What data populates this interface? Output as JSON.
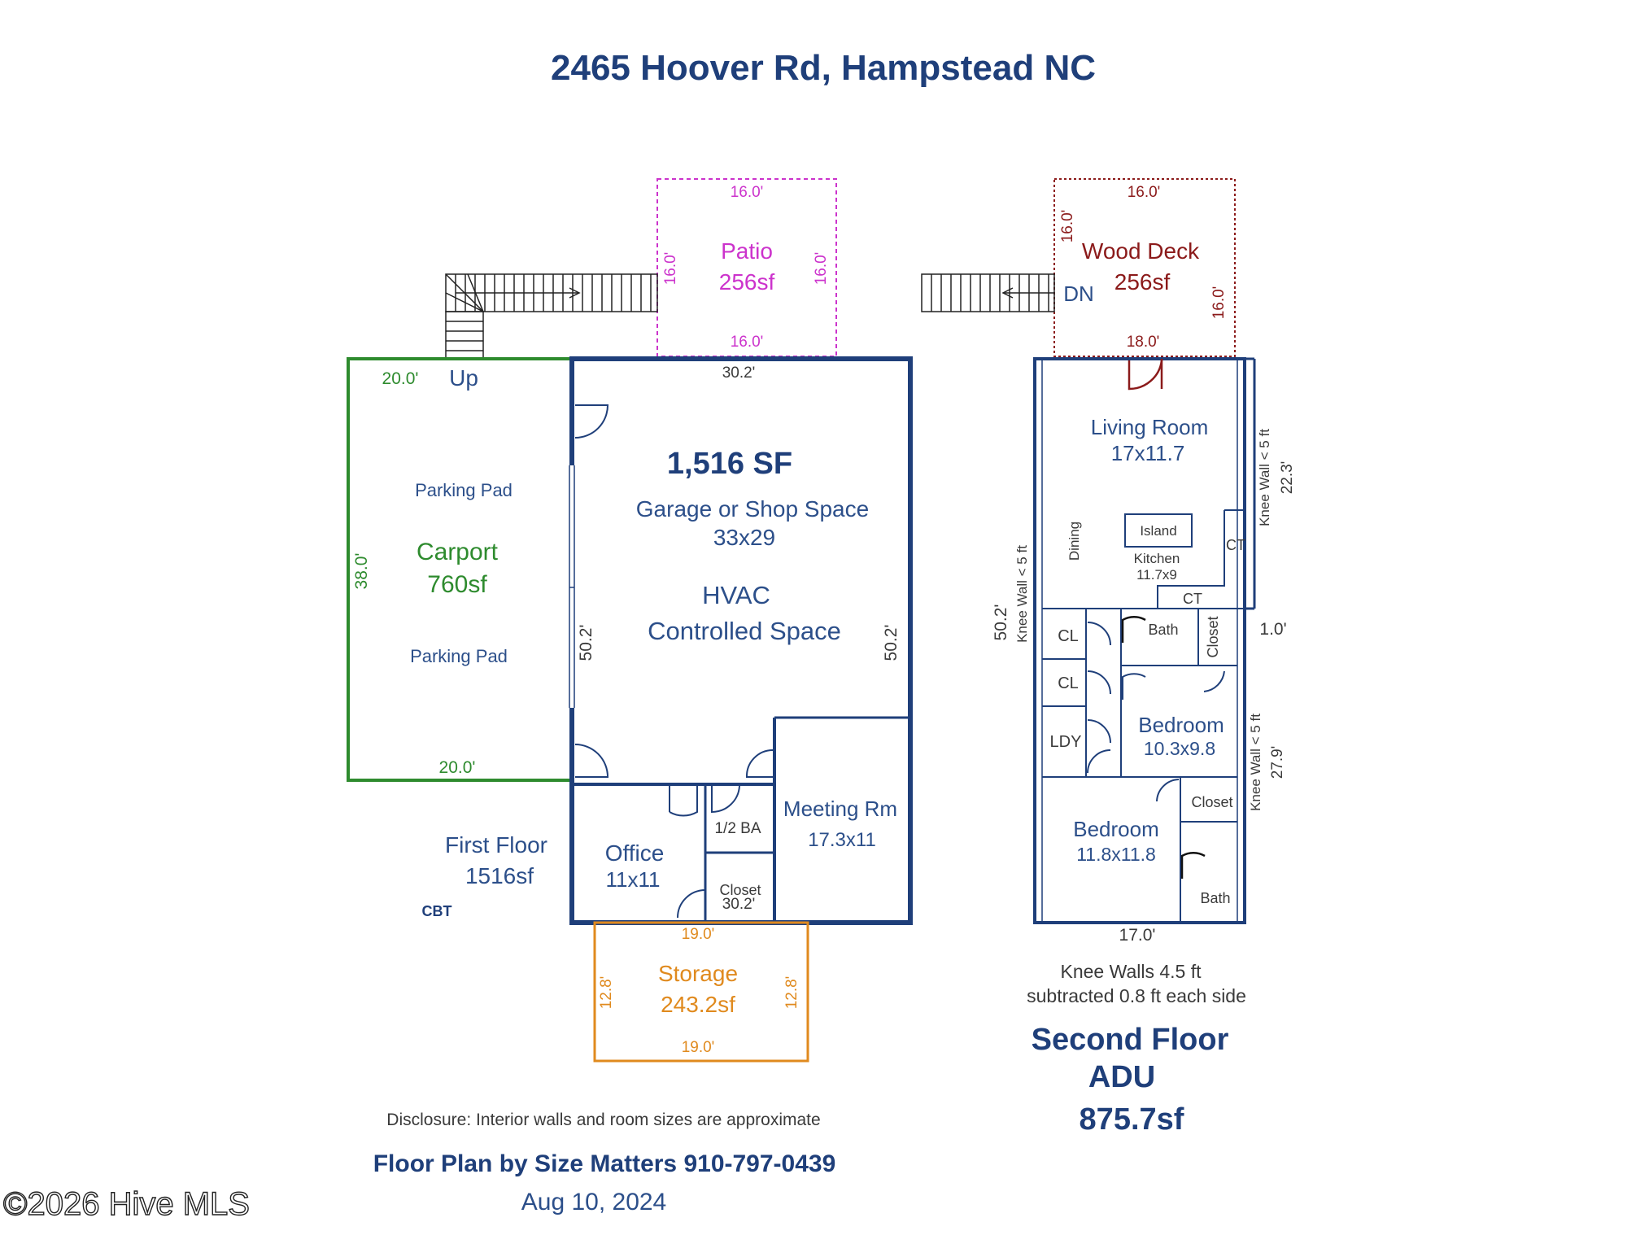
{
  "header": {
    "title": "2465 Hoover Rd, Hampstead NC"
  },
  "colors": {
    "title": "#1f3f7a",
    "wall": "#1f3f7a",
    "carport": "#2e8b2e",
    "patio": "#cc33cc",
    "deck": "#8b1a1a",
    "storage": "#e08a1e",
    "text": "#2c4f8a"
  },
  "first_floor": {
    "total_sf": "1,516 SF",
    "main_room": {
      "name": "Garage or Shop Space",
      "size": "33x29",
      "note_line1": "HVAC",
      "note_line2": "Controlled Space"
    },
    "dims": {
      "top": "30.2'",
      "left": "50.2'",
      "right": "50.2'",
      "bottom": "30.2'"
    },
    "stairs_label": "Up",
    "carport": {
      "name": "Carport",
      "area": "760sf",
      "pad_top": "Parking Pad",
      "pad_bottom": "Parking Pad",
      "dim_top": "20.0'",
      "dim_bottom": "20.0'",
      "dim_side": "38.0'"
    },
    "patio": {
      "name": "Patio",
      "area": "256sf",
      "dim_top": "16.0'",
      "dim_bottom": "16.0'",
      "dim_left": "16.0'",
      "dim_right": "16.0'"
    },
    "rooms": {
      "office_name": "Office",
      "office_size": "11x11",
      "half_bath": "1/2 BA",
      "closet": "Closet",
      "meeting_name": "Meeting Rm",
      "meeting_size": "17.3x11"
    },
    "storage": {
      "name": "Storage",
      "area": "243.2sf",
      "dim_top": "19.0'",
      "dim_bottom": "19.0'",
      "dim_left": "12.8'",
      "dim_right": "12.8'"
    },
    "label_line1": "First Floor",
    "label_line2": "1516sf",
    "cbt": "CBT"
  },
  "second_floor": {
    "deck": {
      "name": "Wood Deck",
      "area": "256sf",
      "dim_top": "16.0'",
      "dim_left": "16.0'",
      "dim_right": "16.0'",
      "dim_bottom": "18.0'",
      "stairs_label": "DN"
    },
    "living_name": "Living Room",
    "living_size": "17x11.7",
    "dining": "Dining",
    "island": "Island",
    "kitchen_name": "Kitchen",
    "kitchen_size": "11.7x9",
    "ct_right": "CT",
    "ct_bottom": "CT",
    "cl1": "CL",
    "cl2": "CL",
    "bath_upper": "Bath",
    "closet_upper": "Closet",
    "ldy": "LDY",
    "bedroom1_name": "Bedroom",
    "bedroom1_size": "10.3x9.8",
    "bedroom2_name": "Bedroom",
    "bedroom2_size": "11.8x11.8",
    "closet_lower": "Closet",
    "bath_lower": "Bath",
    "dims": {
      "left_len": "50.2'",
      "knee_left": "Knee Wall < 5 ft",
      "knee_right_upper": "Knee Wall < 5 ft",
      "right_upper_len": "22.3'",
      "offset": "1.0'",
      "knee_right_lower": "Knee Wall < 5 ft",
      "right_lower_len": "27.9'",
      "bottom": "17.0'"
    },
    "note_line1": "Knee Walls 4.5 ft",
    "note_line2": "subtracted 0.8 ft each side",
    "label_line1": "Second Floor",
    "label_line2": "ADU",
    "label_line3": "875.7sf"
  },
  "footer": {
    "disclosure": "Disclosure: Interior walls and room sizes are approximate",
    "credit": "Floor Plan by Size Matters  910-797-0439",
    "date": "Aug 10, 2024",
    "watermark": "©2026 Hive MLS"
  }
}
